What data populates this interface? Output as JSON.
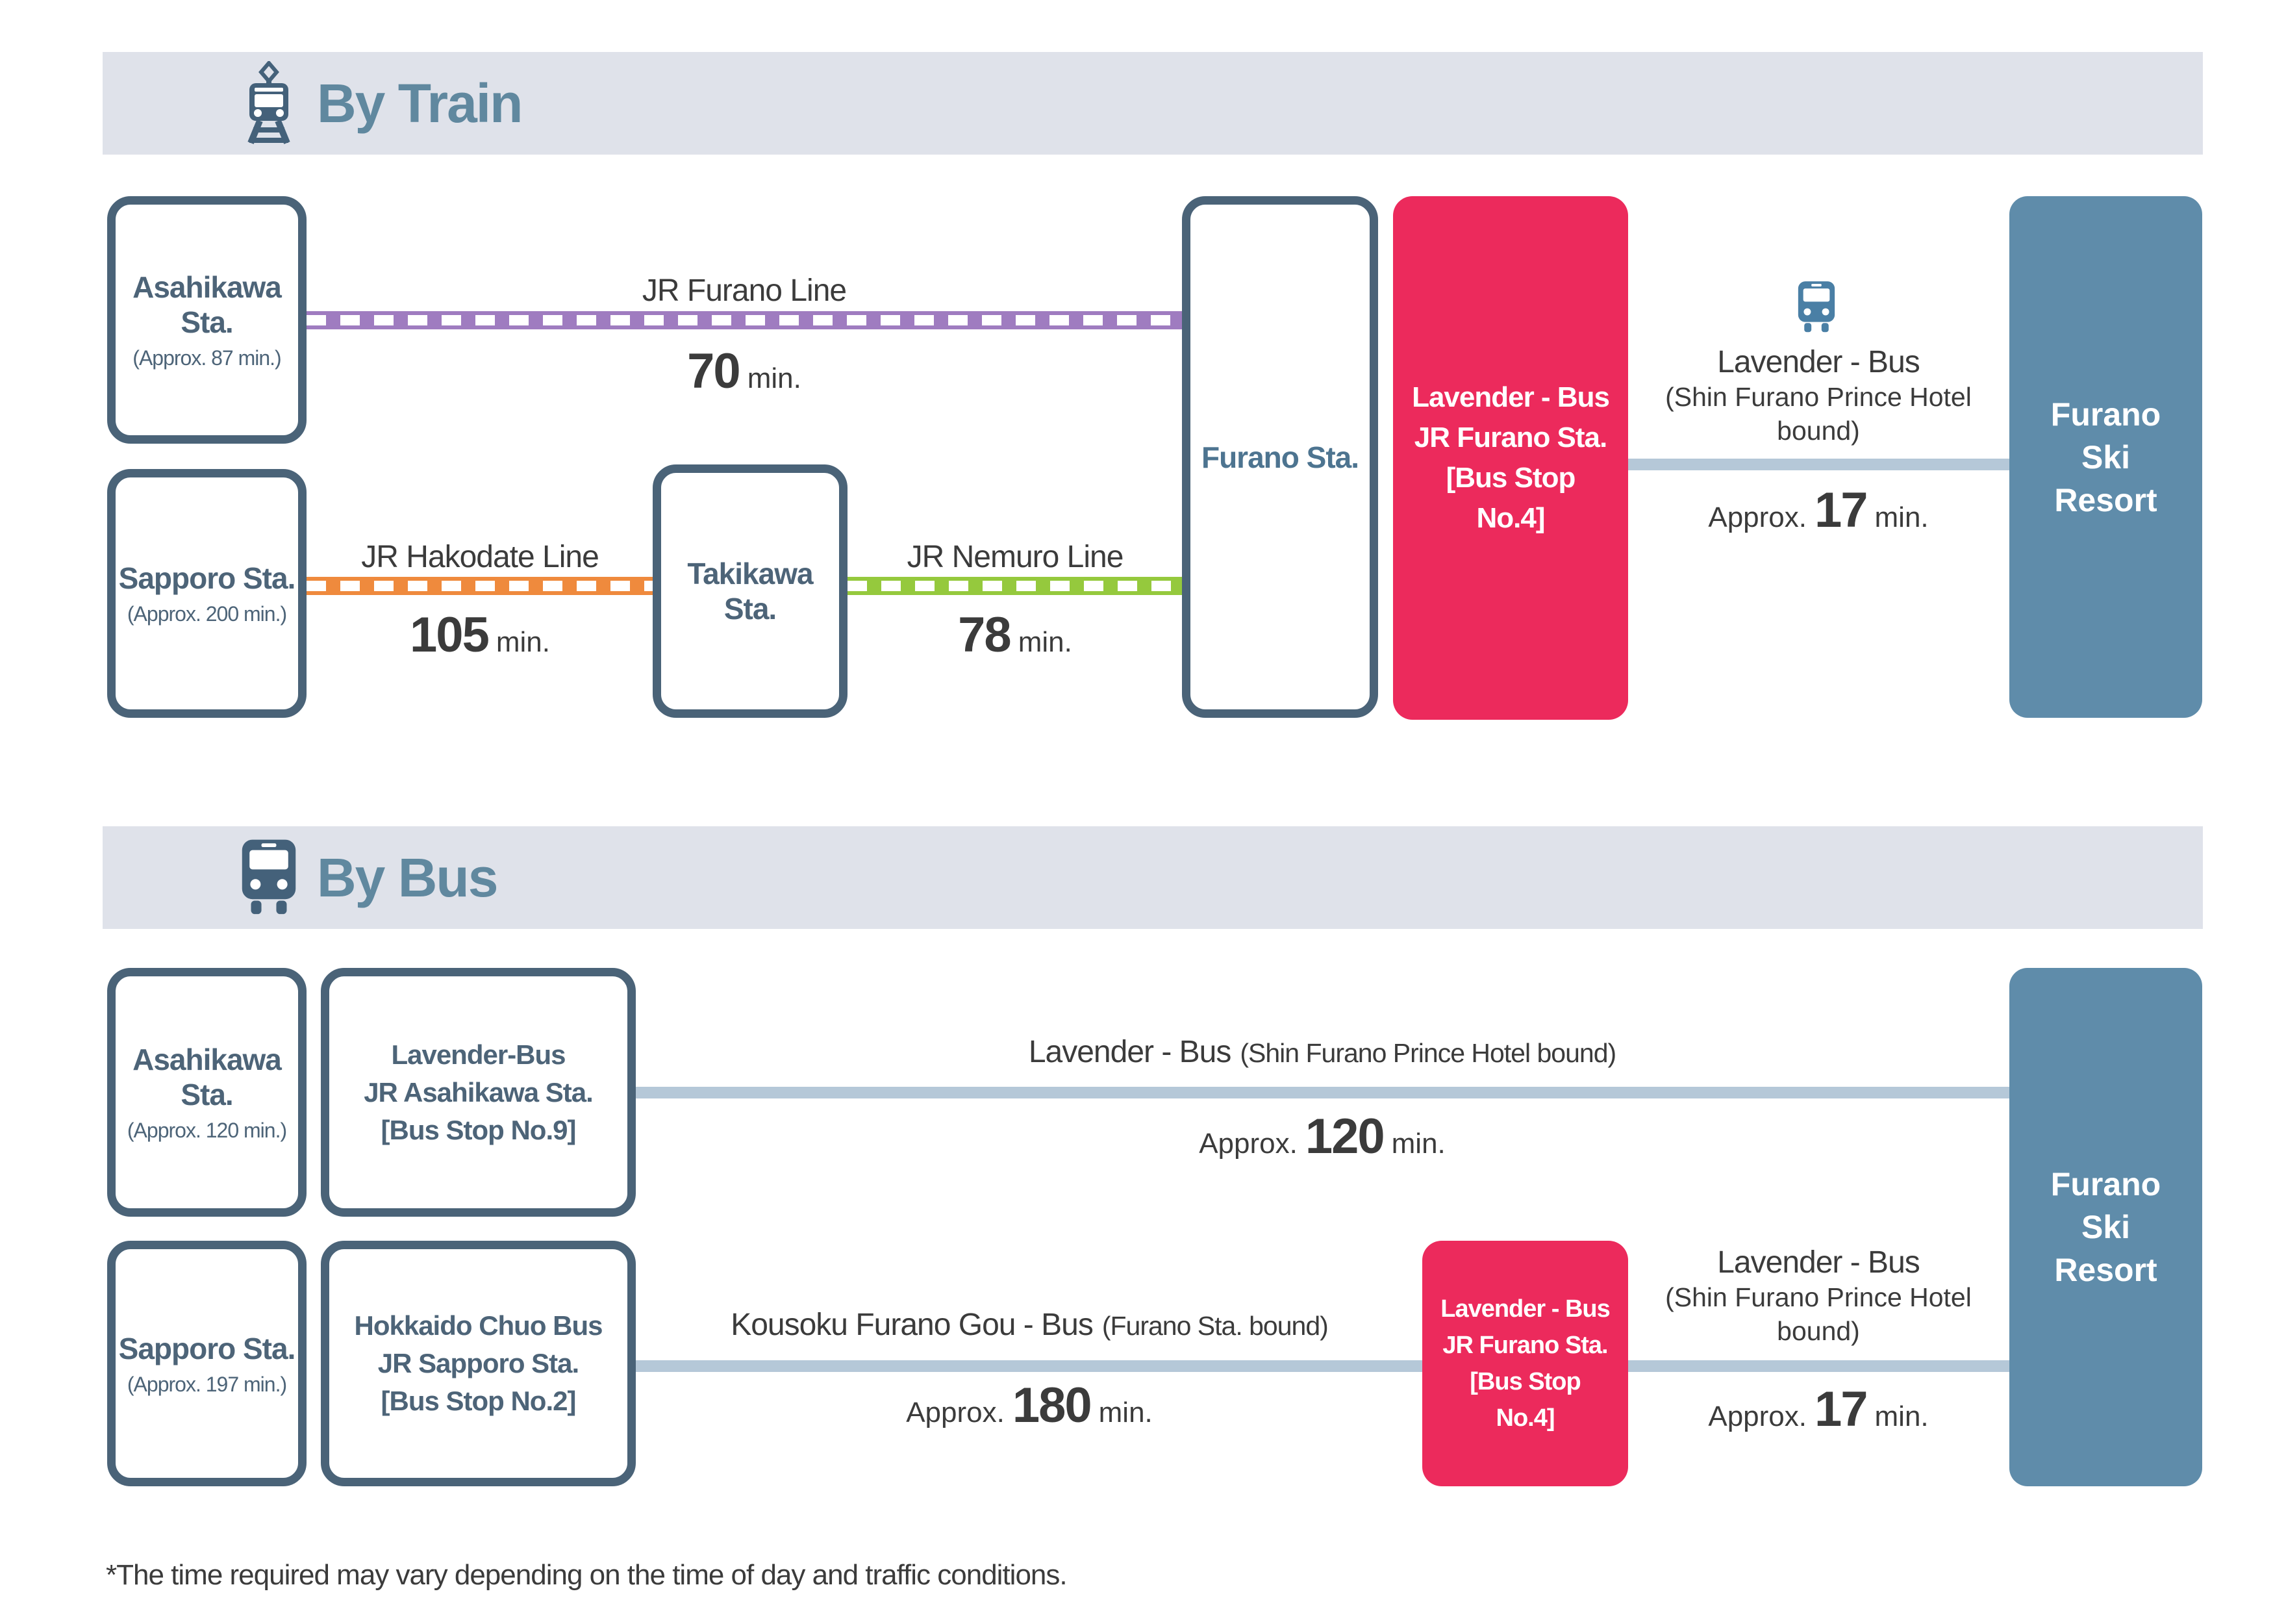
{
  "header_train": {
    "label": "By Train"
  },
  "header_bus": {
    "label": "By Bus"
  },
  "train": {
    "asahikawa": {
      "title": "Asahikawa Sta.",
      "subtitle": "(Approx. 87 min.)"
    },
    "sapporo": {
      "title": "Sapporo Sta.",
      "subtitle": "(Approx. 200 min.)"
    },
    "takikawa": {
      "title": "Takikawa Sta."
    },
    "furano": {
      "title": "Furano Sta."
    },
    "bus_stop": {
      "line1": "Lavender - Bus",
      "line2": "JR Furano Sta.",
      "line3": "[Bus Stop",
      "line4": "No.4]"
    },
    "resort": {
      "line1": "Furano",
      "line2": "Ski",
      "line3": "Resort"
    },
    "jr_furano": {
      "name": "JR Furano Line",
      "value": "70",
      "unit": "min."
    },
    "jr_hakodate": {
      "name": "JR Hakodate Line",
      "value": "105",
      "unit": "min."
    },
    "jr_nemuro": {
      "name": "JR Nemuro Line",
      "value": "78",
      "unit": "min."
    },
    "lavender": {
      "name": "Lavender - Bus",
      "bound": "(Shin Furano Prince Hotel bound)",
      "approx": "Approx.",
      "value": "17",
      "unit": "min."
    }
  },
  "bus": {
    "asahikawa": {
      "title": "Asahikawa Sta.",
      "subtitle": "(Approx. 120 min.)"
    },
    "asahikawa_stop": {
      "line1": "Lavender-Bus",
      "line2": "JR Asahikawa Sta.",
      "line3": "[Bus Stop No.9]"
    },
    "sapporo": {
      "title": "Sapporo Sta.",
      "subtitle": "(Approx. 197 min.)"
    },
    "sapporo_stop": {
      "line1": "Hokkaido Chuo Bus",
      "line2": "JR Sapporo Sta.",
      "line3": "[Bus Stop No.2]"
    },
    "furano_stop": {
      "line1": "Lavender - Bus",
      "line2": "JR Furano Sta.",
      "line3": "[Bus Stop",
      "line4": "No.4]"
    },
    "resort": {
      "line1": "Furano",
      "line2": "Ski",
      "line3": "Resort"
    },
    "lavender_direct": {
      "name": "Lavender - Bus",
      "bound": "(Shin Furano Prince Hotel bound)",
      "approx": "Approx.",
      "value": "120",
      "unit": "min."
    },
    "kousoku": {
      "name": "Kousoku Furano Gou - Bus",
      "bound": "(Furano Sta. bound)",
      "approx": "Approx.",
      "value": "180",
      "unit": "min."
    },
    "lavender_last": {
      "name": "Lavender - Bus",
      "bound": "(Shin Furano Prince Hotel bound)",
      "approx": "Approx.",
      "value": "17",
      "unit": "min."
    }
  },
  "footnote": "*The time required may vary depending on the time of day and traffic conditions.",
  "colors": {
    "header_bg": "#dfe2ea",
    "header_text": "#60889f",
    "icon_slate": "#44617a",
    "box_border": "#4a6378",
    "box_text": "#4d6478",
    "furano_station_text": "#4d7490",
    "pink": "#ec2a5c",
    "resort_blue": "#5f8caa",
    "jr_furano_line_purple": "#9f7cc0",
    "jr_hakodate_line_orange": "#ef8a3d",
    "jr_nemuro_line_green": "#95c93d",
    "bus_connector_blue": "#b5c8d8",
    "bus_icon_blue": "#4a7fa5",
    "label_text": "#3b3b3b"
  }
}
